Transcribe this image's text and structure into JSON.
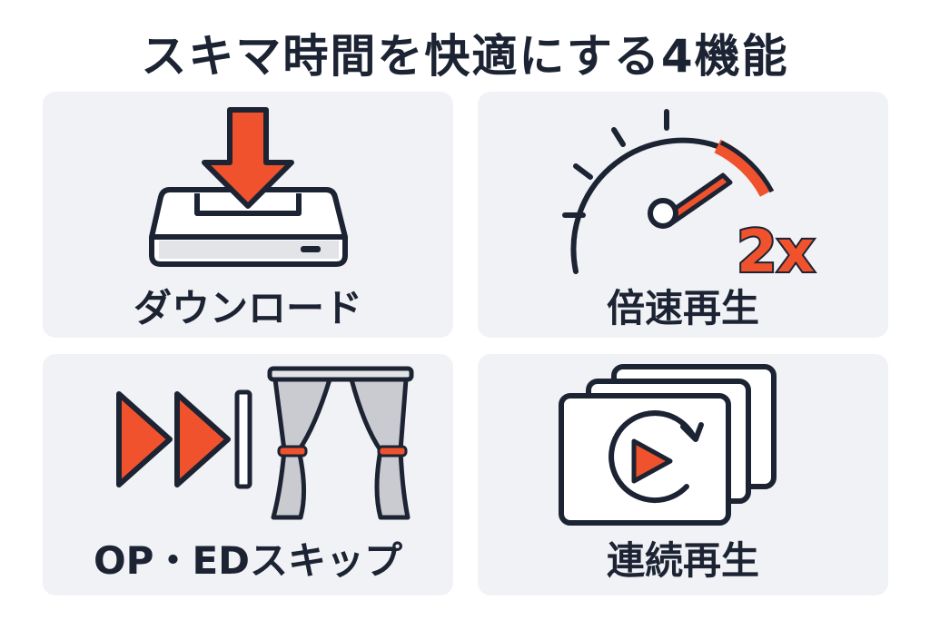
{
  "title": "スキマ時間を快適にする4機能",
  "features": [
    {
      "label": "ダウンロード",
      "icon": "download-icon"
    },
    {
      "label": "倍速再生",
      "icon": "speedometer-icon",
      "badge": "2x"
    },
    {
      "label": "OP・EDスキップ",
      "icon": "skip-curtain-icon"
    },
    {
      "label": "連続再生",
      "icon": "continuous-play-icon"
    }
  ],
  "colors": {
    "accent": "#f0522d",
    "ink": "#1c2333",
    "card": "#f1f2f5",
    "curtain": "#c9cbd0"
  }
}
